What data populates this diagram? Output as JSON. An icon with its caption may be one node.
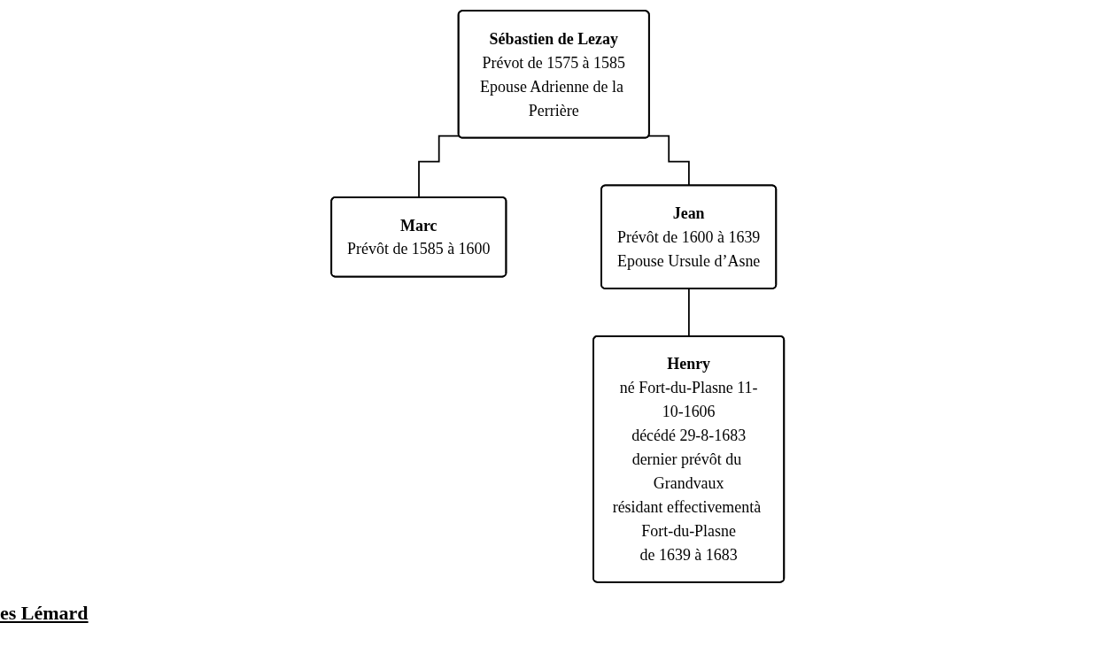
{
  "diagram": {
    "nodes": [
      {
        "text": [
          "Sébastien de Lezay",
          "Prévot de 1575 à 1585",
          "Epouse Adrienne de la Perrière"
        ]
      },
      {
        "text": [
          "Marc",
          "Prévôt de 1585 à 1600"
        ]
      },
      {
        "text": [
          "Jean",
          "Prévôt de 1600 à 1639",
          "Epouse Ursule d’Asne"
        ]
      },
      {
        "text": [
          "Henry",
          "né Fort-du-Plasne 11-10-1606",
          "décédé 29-8-1683",
          "dernier prévôt du Grandvaux",
          "résidant effectivementà Fort-du-Plasne",
          "de 1639 à 1683"
        ]
      }
    ],
    "edges": [
      {
        "from": 0,
        "to": 1,
        "arrow": "none"
      },
      {
        "from": 0,
        "to": 2,
        "arrow": "none"
      },
      {
        "from": 2,
        "to": 3,
        "arrow": "none"
      }
    ],
    "labels": [
      "es Lémard"
    ]
  }
}
